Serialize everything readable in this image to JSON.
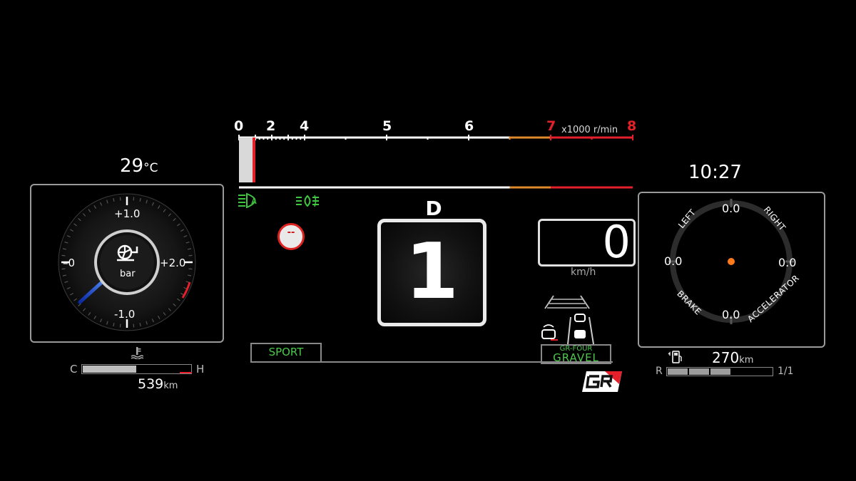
{
  "tachometer": {
    "labels": [
      "0",
      "2",
      "4",
      "5",
      "6",
      "7",
      "8"
    ],
    "unit": "x1000 r/min",
    "rpm_value": 0,
    "redline_start": 7,
    "colors": {
      "normal": "#ffffff",
      "warning": "#e08a2a",
      "redline": "#e5202a"
    }
  },
  "left_gauge": {
    "outside_temp": "29",
    "outside_temp_unit": "°C",
    "boost_labels": {
      "top": "+1.0",
      "left": "0",
      "right": "+2.0",
      "bottom": "-1.0"
    },
    "boost_unit": "bar",
    "boost_icon": "turbo-icon",
    "needle_color": "#2f7bff",
    "coolant": {
      "cold_label": "C",
      "hot_label": "H",
      "level": 0.5,
      "icon": "coolant-temp-icon"
    },
    "range": "539",
    "range_unit": "km"
  },
  "indicators": {
    "headlight_icon": "auto-headlight-icon",
    "fog_icon": "front-fog-light-icon",
    "warning_text": "--",
    "indicator_color": "#3ec63e"
  },
  "transmission": {
    "mode": "D",
    "gear": "1"
  },
  "speed": {
    "value": "0",
    "unit": "km/h"
  },
  "adas": {
    "lane_icon": "lane-assist-icon",
    "vehicle_icon": "radar-cruise-icon",
    "follow_icon": "vehicle-follow-icon"
  },
  "drive_mode": {
    "sport_label": "SPORT",
    "awd_top": "GR-FOUR",
    "awd_mode": "GRAVEL",
    "color": "#4cc84c"
  },
  "brand": {
    "logo": "GR"
  },
  "right_panel": {
    "clock": "10:27",
    "g_values": {
      "top": "0.0",
      "left": "0.0",
      "right": "0.0",
      "bottom": "0.0"
    },
    "g_labels": {
      "left": "LEFT",
      "right": "RIGHT",
      "brake": "BRAKE",
      "accelerator": "ACCELERATOR"
    },
    "dot_color": "#ff7a1a",
    "fuel": {
      "range": "270",
      "unit": "km",
      "reserve_label": "R",
      "full_label": "1/1",
      "level": 0.6,
      "icon": "fuel-pump-icon"
    }
  }
}
